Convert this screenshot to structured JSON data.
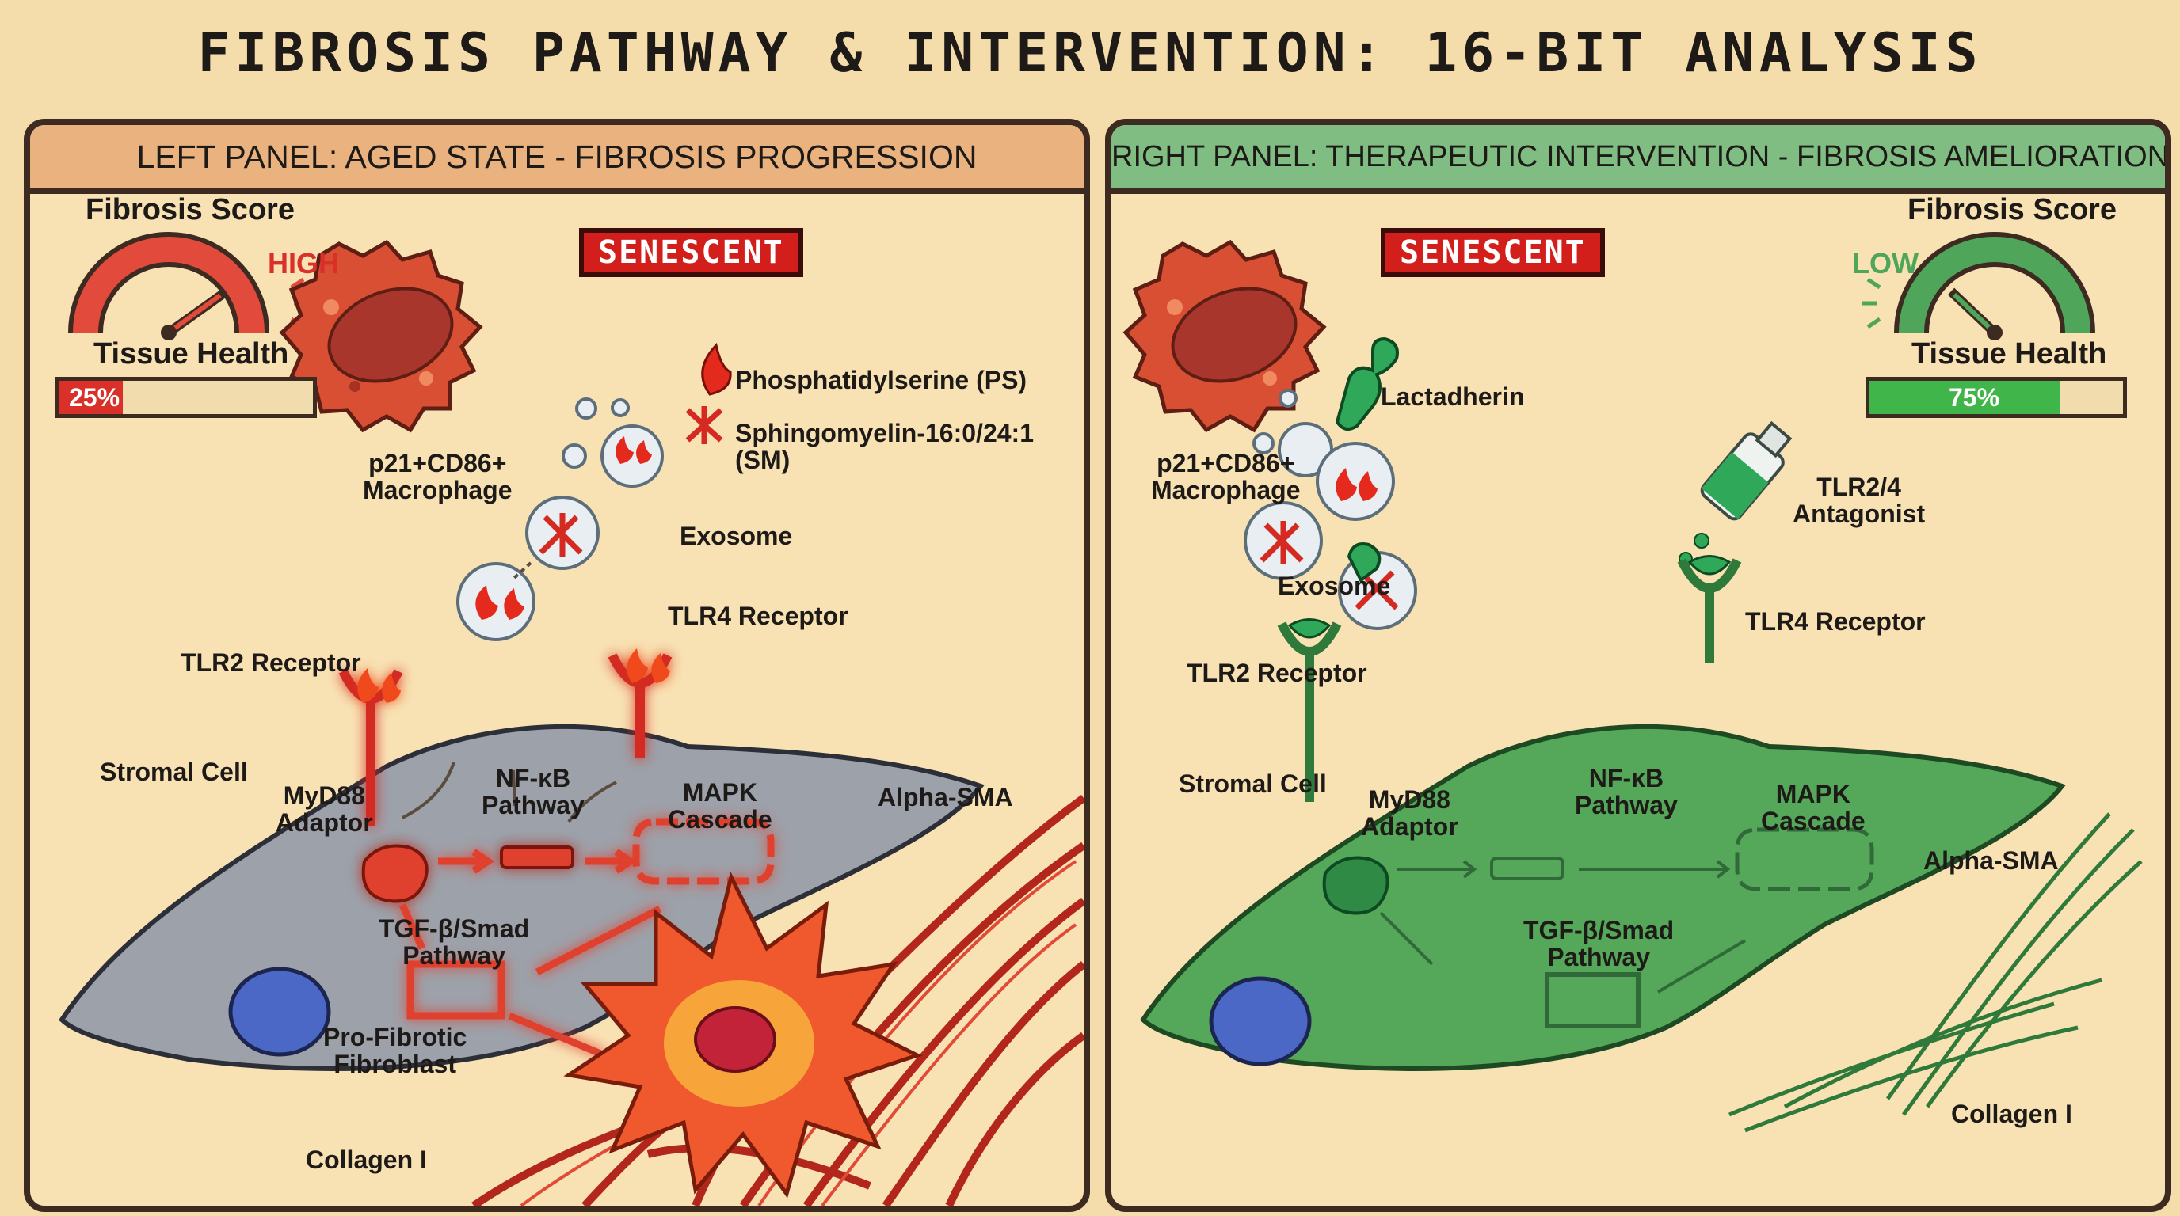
{
  "title": "FIBROSIS PATHWAY & INTERVENTION: 16-BIT ANALYSIS",
  "left_panel": {
    "header": "LEFT PANEL: AGED STATE - FIBROSIS PROGRESSION",
    "fibrosis_score_label": "Fibrosis Score",
    "fibrosis_level": "HIGH",
    "tissue_health_label": "Tissue Health",
    "tissue_health_value": "25%",
    "tissue_health_fraction": 0.25,
    "senescent_tag": "SENESCENT",
    "macrophage": "p21+CD86+\nMacrophage",
    "legend_ps": "Phosphatidylserine (PS)",
    "legend_sm": "Sphingomyelin-16:0/24:1 (SM)",
    "exosome": "Exosome",
    "tlr4": "TLR4 Receptor",
    "tlr2": "TLR2 Receptor",
    "stromal_cell": "Stromal Cell",
    "myd88": "MyD88\nAdaptor",
    "nfkb": "NF-κB\nPathway",
    "mapk": "MAPK\nCascade",
    "tgfb": "TGF-β/Smad\nPathway",
    "alpha_sma": "Alpha-SMA",
    "fibroblast": "Pro-Fibrotic\nFibroblast",
    "collagen": "Collagen I"
  },
  "right_panel": {
    "header": "RIGHT PANEL: THERAPEUTIC INTERVENTION - FIBROSIS AMELIORATION",
    "fibrosis_score_label": "Fibrosis Score",
    "fibrosis_level": "LOW",
    "tissue_health_label": "Tissue Health",
    "tissue_health_value": "75%",
    "tissue_health_fraction": 0.75,
    "senescent_tag": "SENESCENT",
    "macrophage": "p21+CD86+\nMacrophage",
    "lactadherin": "Lactadherin",
    "antagonist": "TLR2/4\nAntagonist",
    "exosome": "Exosome",
    "tlr4": "TLR4 Receptor",
    "tlr2": "TLR2 Receptor",
    "stromal_cell": "Stromal Cell",
    "myd88": "MyD88\nAdaptor",
    "nfkb": "NF-κB\nPathway",
    "mapk": "MAPK\nCascade",
    "tgfb": "TGF-β/Smad\nPathway",
    "alpha_sma": "Alpha-SMA",
    "collagen": "Collagen I"
  },
  "colors": {
    "aged_red": "#d9302a",
    "healthy_green": "#4fa65a",
    "stromal_gray": "#9a9ea8",
    "nucleus_blue": "#4b68c7"
  }
}
